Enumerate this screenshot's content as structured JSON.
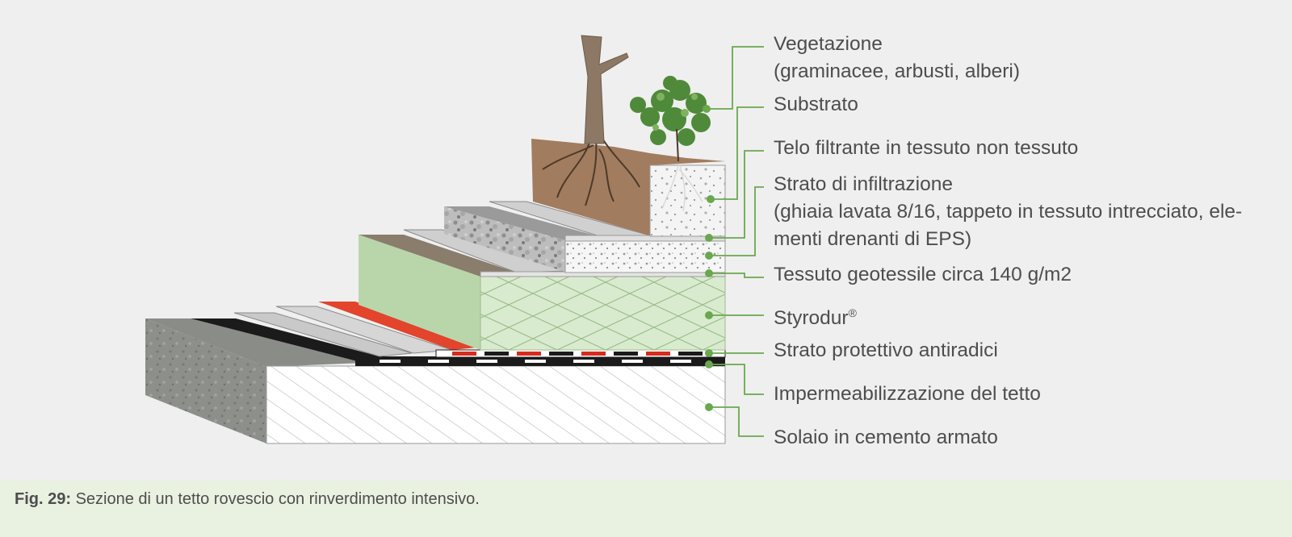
{
  "labels": [
    {
      "id": "vegetazione",
      "lines": [
        "Vegetazione",
        "(graminacee, arbusti, alberi)"
      ]
    },
    {
      "id": "substrato",
      "lines": [
        "Substrato"
      ]
    },
    {
      "id": "telo",
      "lines": [
        "Telo filtrante in tessuto non tessuto"
      ]
    },
    {
      "id": "infiltrazione",
      "lines": [
        "Strato di infiltrazione",
        "(ghiaia lavata 8/16, tappeto in tessuto intrecciato, ele-",
        "menti drenanti di EPS)"
      ]
    },
    {
      "id": "geotessile",
      "lines": [
        "Tessuto geotessile circa 140 g/m2"
      ]
    },
    {
      "id": "styrodur",
      "text": "Styrodur",
      "sup": "®"
    },
    {
      "id": "antiradici",
      "lines": [
        "Strato protettivo antiradici"
      ]
    },
    {
      "id": "impermeabilizzazione",
      "lines": [
        "Impermeabilizzazione del tetto"
      ]
    },
    {
      "id": "solaio",
      "lines": [
        "Solaio in cemento armato"
      ]
    }
  ],
  "caption": {
    "label": "Fig. 29:",
    "text": " Sezione di un tetto rovescio con rinverdimento intensivo."
  },
  "colors": {
    "leader": "#6aa84f",
    "text": "#4d4d4d",
    "caption_bg": "#e9f1e1",
    "figure_bg": "#efefef"
  }
}
